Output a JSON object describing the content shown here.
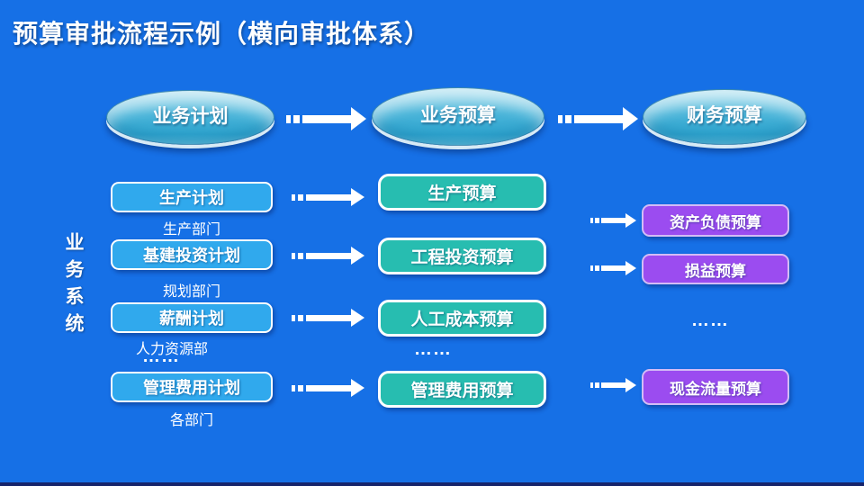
{
  "title": "预算审批流程示例（横向审批体系）",
  "side_label": "业务系统",
  "top_flow": {
    "nodes": [
      "业务计划",
      "业务预算",
      "财务预算"
    ]
  },
  "plan_column": {
    "items": [
      {
        "box": "生产计划",
        "dept": "生产部门"
      },
      {
        "box": "基建投资计划",
        "dept": "规划部门"
      },
      {
        "box": "薪酬计划",
        "dept": "人力资源部"
      },
      {
        "box": "管理费用计划",
        "dept": "各部门"
      }
    ],
    "ellipsis": "……"
  },
  "budget_column": {
    "items": [
      "生产预算",
      "工程投资预算",
      "人工成本预算",
      "管理费用预算"
    ],
    "ellipsis": "……"
  },
  "finance_column": {
    "items": [
      "资产负债预算",
      "损益预算",
      "现金流量预算"
    ],
    "ellipsis": "……"
  },
  "colors": {
    "background": "#1670E6",
    "bottom_bar": "#16246B",
    "plan_box": "#30A9ED",
    "budget_box": "#27BDB0",
    "finance_box": "#9B4CF0",
    "ellipse_top": "#A8DFEF",
    "ellipse_mid": "#49B4D9",
    "ellipse_bottom": "#2EA4CE",
    "arrow": "#FFFFFF"
  }
}
